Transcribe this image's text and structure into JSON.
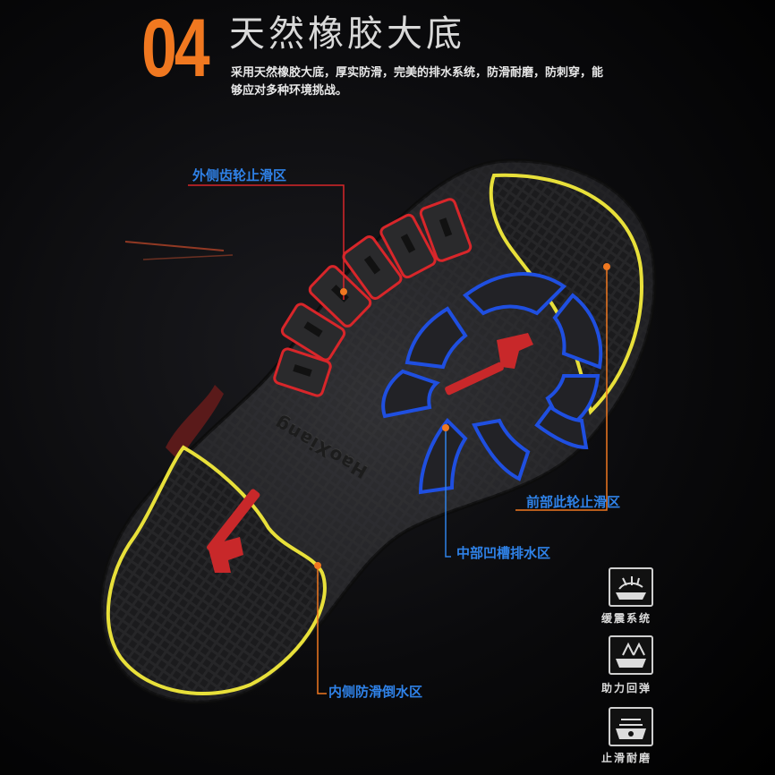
{
  "header": {
    "number": "04",
    "title": "天然橡胶大底",
    "description": "采用天然橡胶大底，厚实防滑，完美的排水系统，防滑耐磨，防刺穿，能够应对多种环境挑战。"
  },
  "zones": {
    "outer_gear": "外侧齿轮止滑区",
    "front_stop": "前部此轮止滑区",
    "mid_drain": "中部凹槽排水区",
    "inner_water": "内侧防滑倒水区"
  },
  "brand": "HaoXiang",
  "features": [
    {
      "label": "缓震系统",
      "icon": "cushion-icon"
    },
    {
      "label": "助力回弹",
      "icon": "rebound-icon"
    },
    {
      "label": "止滑耐磨",
      "icon": "wear-resist-icon"
    }
  ],
  "colors": {
    "accent_orange": "#f07820",
    "outline_yellow": "#e8e03a",
    "outline_red": "#d8262a",
    "outline_blue": "#1f4fe0",
    "label_blue": "#2f82e8"
  }
}
